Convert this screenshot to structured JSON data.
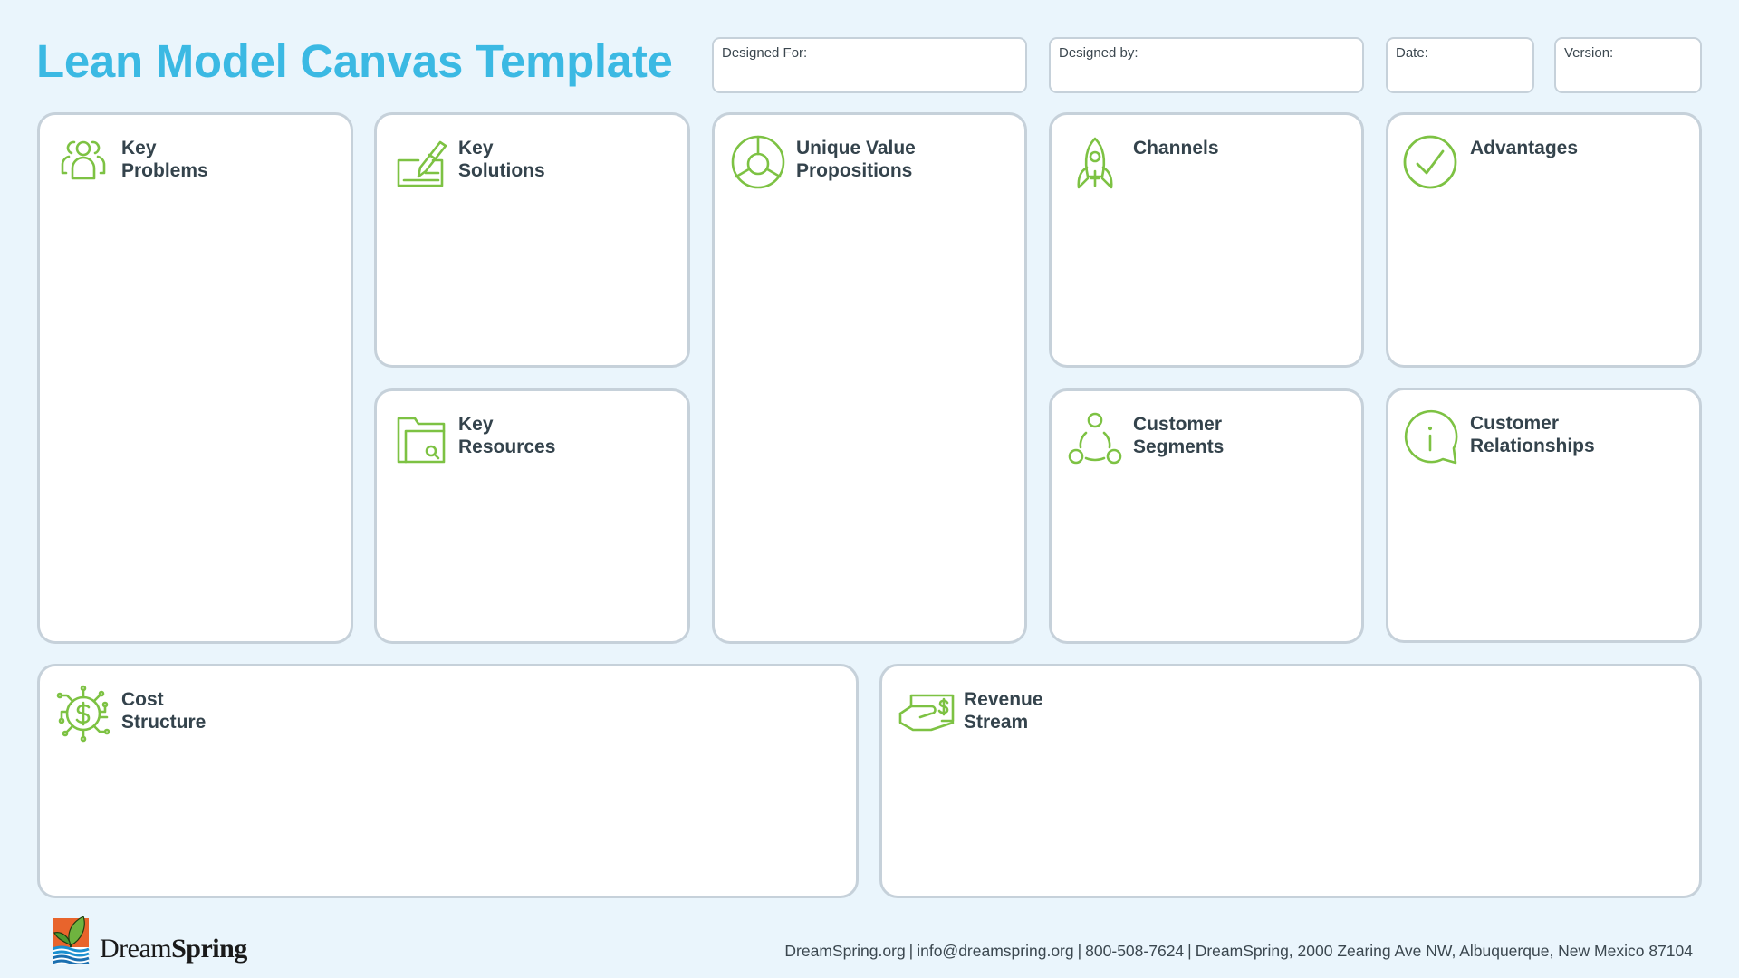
{
  "header": {
    "title": "Lean Model Canvas Template",
    "meta_fields": [
      {
        "label": "Designed For:",
        "value": ""
      },
      {
        "label": "Designed by:",
        "value": ""
      },
      {
        "label": "Date:",
        "value": ""
      },
      {
        "label": "Version:",
        "value": ""
      }
    ]
  },
  "canvas": {
    "blocks": [
      {
        "id": "key-problems",
        "title_line1": "Key",
        "title_line2": "Problems",
        "icon": "people-group-icon",
        "content": ""
      },
      {
        "id": "key-solutions",
        "title_line1": "Key",
        "title_line2": "Solutions",
        "icon": "pen-writing-icon",
        "content": ""
      },
      {
        "id": "key-resources",
        "title_line1": "Key",
        "title_line2": "Resources",
        "icon": "folder-search-icon",
        "content": ""
      },
      {
        "id": "unique-value-propositions",
        "title_line1": "Unique Value",
        "title_line2": "Propositions",
        "icon": "target-segments-icon",
        "content": ""
      },
      {
        "id": "channels",
        "title_line1": "Channels",
        "title_line2": "",
        "icon": "rocket-icon",
        "content": ""
      },
      {
        "id": "customer-segments",
        "title_line1": "Customer",
        "title_line2": "Segments",
        "icon": "network-nodes-icon",
        "content": ""
      },
      {
        "id": "advantages",
        "title_line1": "Advantages",
        "title_line2": "",
        "icon": "check-circle-icon",
        "content": ""
      },
      {
        "id": "customer-relationships",
        "title_line1": "Customer",
        "title_line2": "Relationships",
        "icon": "info-chat-bubble-icon",
        "content": ""
      },
      {
        "id": "cost-structure",
        "title_line1": "Cost",
        "title_line2": "Structure",
        "icon": "dollar-circuit-icon",
        "content": ""
      },
      {
        "id": "revenue-stream",
        "title_line1": "Revenue",
        "title_line2": "Stream",
        "icon": "hand-money-icon",
        "content": ""
      }
    ]
  },
  "footer": {
    "logo": {
      "text_regular": "Dream",
      "text_bold": "Spring"
    },
    "info": {
      "website": "DreamSpring.org",
      "email": "info@dreamspring.org",
      "phone": "800-508-7624",
      "address": "DreamSpring, 2000 Zearing Ave NW, Albuquerque, New Mexico 87104",
      "separator": "|"
    }
  },
  "colors": {
    "background": "#eaf5fc",
    "title": "#3bb9e3",
    "card_border": "#c6d1da",
    "icon_green": "#7dc243",
    "text_dark": "#34434c"
  }
}
